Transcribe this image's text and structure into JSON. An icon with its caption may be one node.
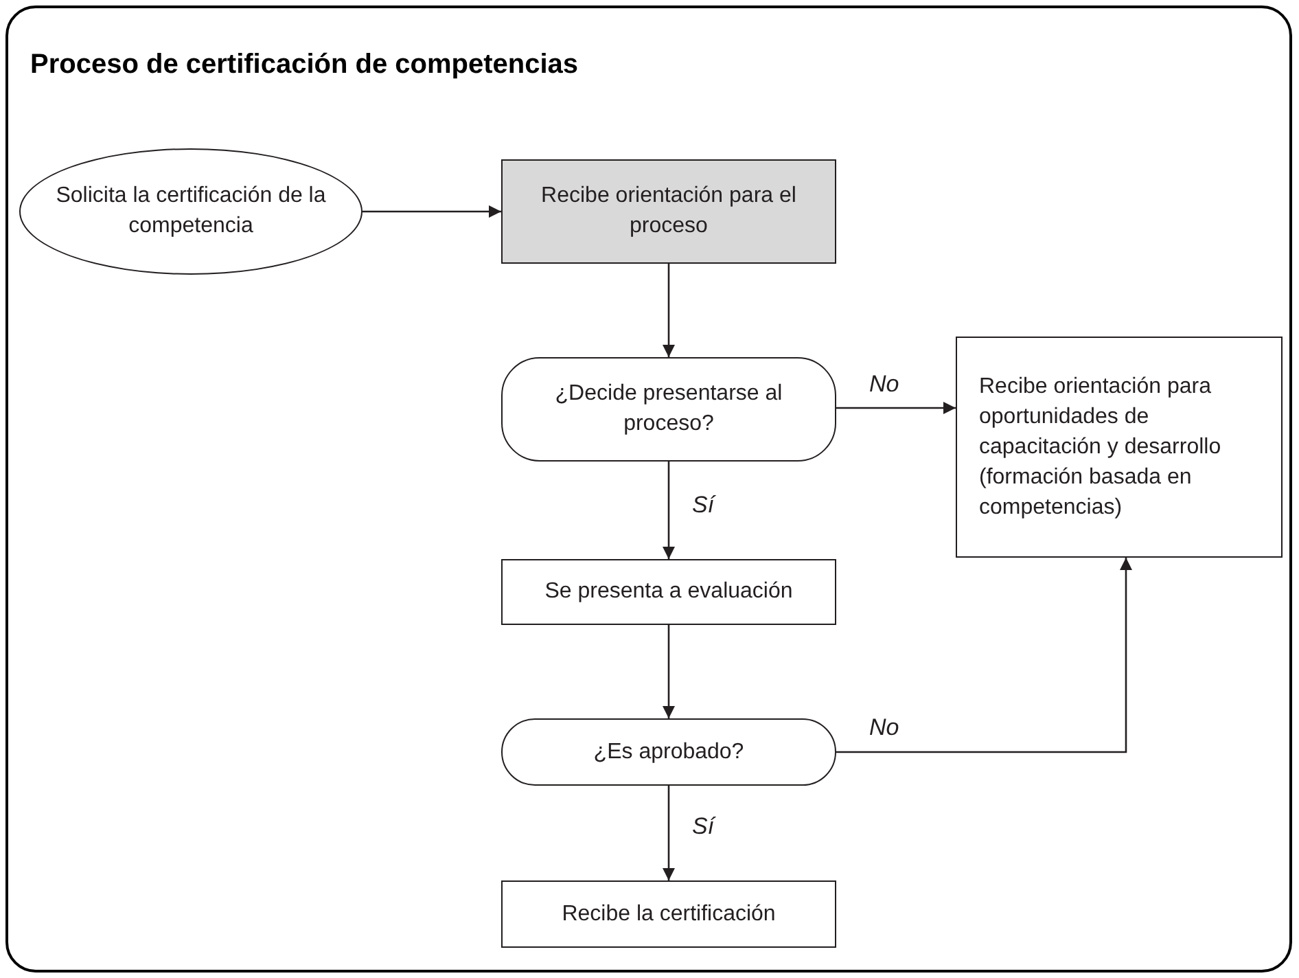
{
  "diagram": {
    "title": "Proceso de certificación de competencias",
    "nodes": [
      {
        "text": [
          "Solicita la certificación de la competencia"
        ]
      },
      {
        "text": [
          "Recibe orientación para el proceso"
        ]
      },
      {
        "text": [
          "¿Decide presentarse al proceso?"
        ]
      },
      {
        "text": [
          "Recibe orientación para oportunidades de capacitación y desarrollo (formación basada en competencias)"
        ]
      },
      {
        "text": [
          "Se presenta a evaluación"
        ]
      },
      {
        "text": [
          "¿Es aprobado?"
        ]
      },
      {
        "text": [
          "Recibe la certificación"
        ]
      }
    ],
    "edges": [
      {
        "from": 0,
        "to": 1,
        "arrow": "to"
      },
      {
        "from": 1,
        "to": 2,
        "arrow": "to"
      },
      {
        "from": 2,
        "to": 3,
        "arrow": "to",
        "label": "No"
      },
      {
        "from": 2,
        "to": 4,
        "arrow": "to",
        "label": "Sí"
      },
      {
        "from": 4,
        "to": 5,
        "arrow": "to"
      },
      {
        "from": 5,
        "to": 3,
        "arrow": "to",
        "label": "No"
      },
      {
        "from": 5,
        "to": 6,
        "arrow": "to",
        "label": "Sí"
      }
    ]
  }
}
